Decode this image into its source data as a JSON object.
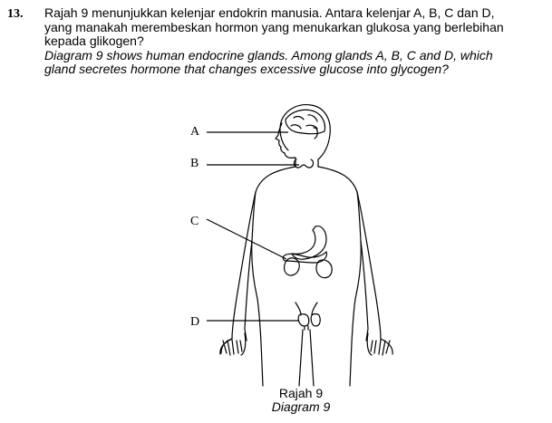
{
  "question": {
    "number": "13.",
    "malay_line1": "Rajah 9 menunjukkan kelenjar endokrin manusia. Antara kelenjar A, B, C dan D,",
    "malay_line2": "yang manakah merembeskan hormon yang menukarkan glukosa  yang berlebihan",
    "malay_line3": "kepada glikogen?",
    "english_line1": "Diagram 9 shows human endocrine glands. Among glands A, B, C and D, which",
    "english_line2": "gland secretes hormone that changes excessive glucose into glycogen?"
  },
  "diagram": {
    "labels": {
      "a": "A",
      "b": "B",
      "c": "C",
      "d": "D"
    },
    "caption_malay": "Rajah 9",
    "caption_english": "Diagram 9"
  }
}
